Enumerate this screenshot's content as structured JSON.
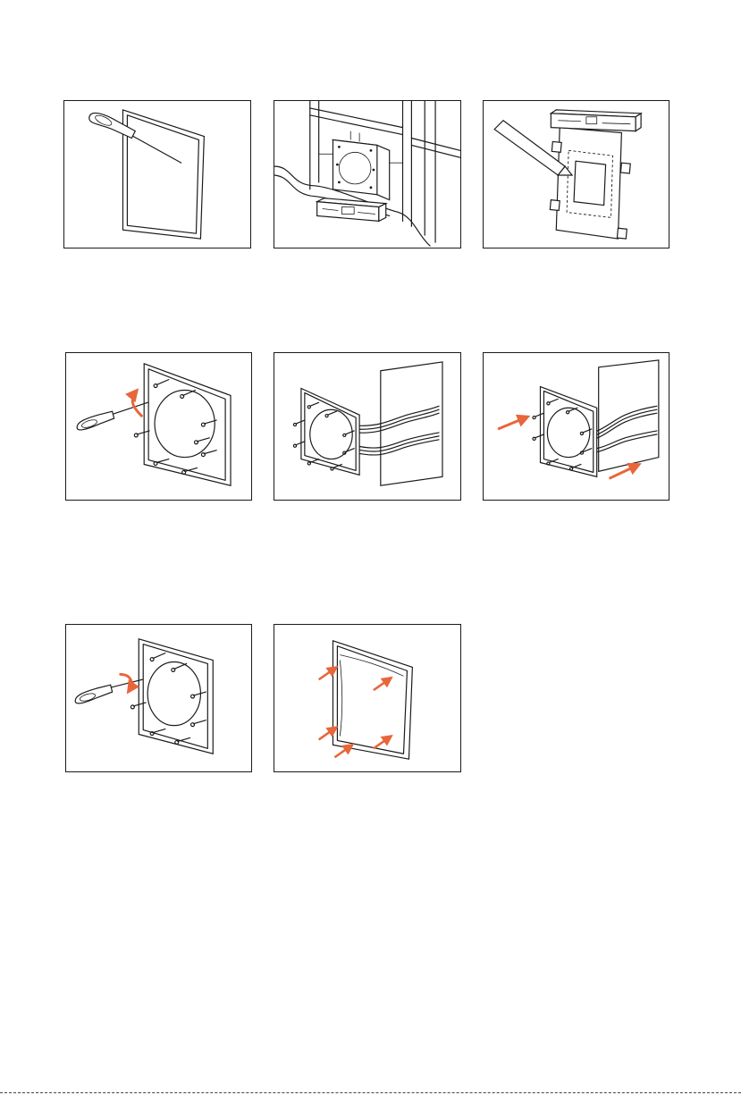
{
  "colors": {
    "accent": "#e8663a",
    "line": "#1a1a1a",
    "background": "#ffffff"
  },
  "steps": [
    {
      "id": "step-1",
      "icons": [
        "screwdriver-icon",
        "ceiling-tile-icon"
      ]
    },
    {
      "id": "step-2",
      "icons": [
        "mounting-bracket-icon",
        "wall-stud-icon",
        "level-icon"
      ]
    },
    {
      "id": "step-3",
      "icons": [
        "pencil-icon",
        "template-icon",
        "level-icon"
      ]
    },
    {
      "id": "step-4",
      "icons": [
        "screwdriver-icon",
        "loosen-arrow-icon",
        "speaker-frame-icon"
      ]
    },
    {
      "id": "step-5",
      "icons": [
        "speaker-frame-icon",
        "cable-icon",
        "wall-opening-icon"
      ]
    },
    {
      "id": "step-6",
      "icons": [
        "insert-arrow-icon",
        "speaker-frame-icon",
        "cable-icon"
      ]
    },
    {
      "id": "step-7",
      "icons": [
        "screwdriver-icon",
        "tighten-arrow-icon",
        "speaker-frame-icon"
      ]
    },
    {
      "id": "step-8",
      "icons": [
        "grille-icon",
        "press-arrow-icon"
      ]
    }
  ]
}
